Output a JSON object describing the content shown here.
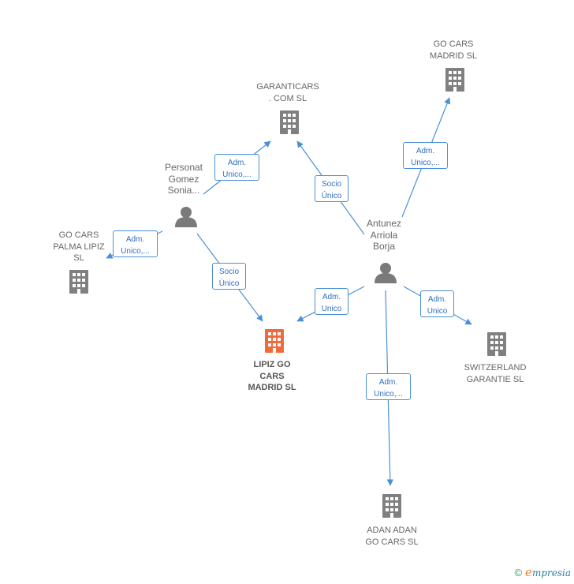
{
  "colors": {
    "edge": "#4a90d9",
    "building": "#808080",
    "building_highlight": "#f26a3a",
    "person": "#7a7a7a"
  },
  "companies": [
    {
      "id": "garanticars",
      "label": "GARANTICARS\n. COM  SL",
      "icon": "building-icon"
    },
    {
      "id": "gocars_madrid",
      "label": "GO CARS\nMADRID  SL",
      "icon": "building-icon"
    },
    {
      "id": "gocars_palma",
      "label": "GO CARS\nPALMA LIPIZ\nSL",
      "icon": "building-icon"
    },
    {
      "id": "lipiz",
      "label": "LIPIZ GO\nCARS\nMADRID  SL",
      "icon": "building-icon",
      "highlight": true
    },
    {
      "id": "switzerland",
      "label": "SWITZERLAND\nGARANTIE  SL",
      "icon": "building-icon"
    },
    {
      "id": "adan",
      "label": "ADAN ADAN\nGO CARS  SL",
      "icon": "building-icon"
    }
  ],
  "people": [
    {
      "id": "personat",
      "label": "Personat\nGomez\nSonia...",
      "icon": "person-icon"
    },
    {
      "id": "antunez",
      "label": "Antunez\nArriola\nBorja",
      "icon": "person-icon"
    }
  ],
  "edges": [
    {
      "id": "e1",
      "from": "personat",
      "to": "garanticars",
      "label": "Adm.\nUnico,..."
    },
    {
      "id": "e2",
      "from": "personat",
      "to": "gocars_palma",
      "label": "Adm.\nUnico,..."
    },
    {
      "id": "e3",
      "from": "personat",
      "to": "lipiz",
      "label": "Socio\nÚnico"
    },
    {
      "id": "e4",
      "from": "antunez",
      "to": "garanticars",
      "label": "Socio\nÚnico"
    },
    {
      "id": "e5",
      "from": "antunez",
      "to": "gocars_madrid",
      "label": "Adm.\nUnico,..."
    },
    {
      "id": "e6",
      "from": "antunez",
      "to": "lipiz",
      "label": "Adm.\nUnico"
    },
    {
      "id": "e7",
      "from": "antunez",
      "to": "switzerland",
      "label": "Adm.\nUnico"
    },
    {
      "id": "e8",
      "from": "antunez",
      "to": "adan",
      "label": "Adm.\nUnico,..."
    }
  ],
  "footer": {
    "copyright": "©",
    "brand_initial": "e",
    "brand_rest": "mpresia"
  }
}
